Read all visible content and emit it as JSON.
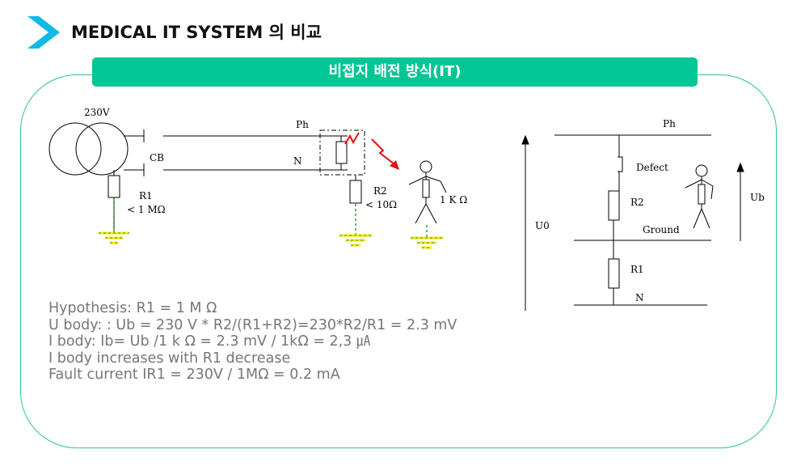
{
  "header": {
    "title": "MEDICAL  IT SYSTEM 의 비교"
  },
  "banner": {
    "label": "비접지 배전 방식(IT)"
  },
  "left_diagram": {
    "voltage": "230V",
    "cb": "CB",
    "ph": "Ph",
    "n": "N",
    "r1_label": "R1",
    "r1_value": "< 1 MΩ",
    "r2_label": "R2",
    "r2_value": "< 10Ω",
    "body_resistance": "1 K Ω"
  },
  "right_diagram": {
    "ph": "Ph",
    "defect": "Defect",
    "r2": "R2",
    "ground": "Ground",
    "r1": "R1",
    "n": "N",
    "u0": "U0",
    "ub": "Ub"
  },
  "notes": [
    "Hypothesis: R1  =  1 M Ω",
    "U body:  : Ub = 230 V * R2/(R1+R2)=230*R2/R1 = 2.3 mV",
    "I body: Ib= Ub /1 k Ω =   2.3 mV / 1kΩ  = 2,3 ㎂",
    "I body increases with R1 decrease",
    "Fault current IR1 = 230V / 1MΩ  = 0.2 mA"
  ],
  "colors": {
    "accent": "#03c695",
    "chevron": "#13b9e6",
    "ground": "#ffe600",
    "ground_dash": "#2ea043",
    "arrow": "#e01010"
  }
}
